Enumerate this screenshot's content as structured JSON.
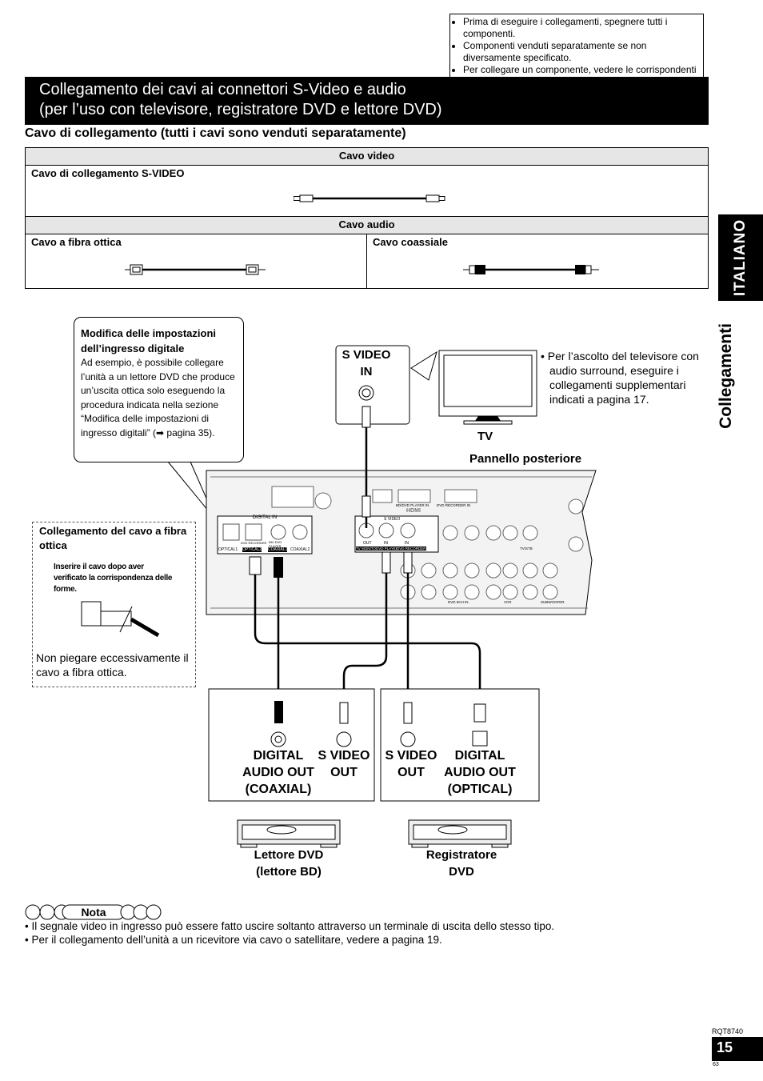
{
  "notes_top": [
    "Prima di eseguire i collegamenti, spegnere tutti i componenti.",
    "Componenti venduti separatamente se non diversamente specificato.",
    "Per collegare un componente, vedere le corrispondenti istruzioni per l’uso."
  ],
  "title_line1": "Collegamento dei cavi ai connettori S-Video e audio",
  "title_line2": "(per l’uso con televisore, registratore DVD e lettore DVD)",
  "subtitle": "Cavo di collegamento (tutti i cavi sono venduti separatamente)",
  "cable_table": {
    "video_header": "Cavo video",
    "svideo_cable": "Cavo di collegamento S-VIDEO",
    "audio_header": "Cavo audio",
    "optical_cable": "Cavo a fibra ottica",
    "coaxial_cable": "Cavo coassiale"
  },
  "side_tab": {
    "language": "ITALIANO",
    "section": "Collegamenti"
  },
  "callout": {
    "title": "Modifica delle impostazioni dell’ingresso digitale",
    "body": "Ad esempio, è possibile collegare l’unità a un lettore DVD che produce un’uscita ottica solo eseguendo la procedura indicata nella sezione “Modifica delle impostazioni di ingresso digitali” (➡ pagina 35)."
  },
  "tv": {
    "svideo_in_line1": "S VIDEO",
    "svideo_in_line2": "IN",
    "label": "TV",
    "note": "Per l’ascolto del televisore con audio surround, eseguire i collegamenti supplementari indicati a pagina 17."
  },
  "rear_panel_label": "Pannello posteriore",
  "panel_small": {
    "digital_in": "DIGITAL IN",
    "optical1": "OPTICAL1",
    "optical2": "OPTICAL2",
    "coaxial1": "COAXIAL1",
    "coaxial2": "COAXIAL2",
    "dvd_recorder": "DVD RECORDER",
    "bd_dvd_player": "BD/ DVD PLAYER",
    "s_video": "S VIDEO",
    "out": "OUT",
    "in1": "IN",
    "in2": "IN",
    "tv_monitor": "TV MONITOR",
    "dvd_player": "DVD PLAYER",
    "dvd_recorder2": "DVD RECORDER",
    "hdmi_bd": "BD/DVD PLAYER IN",
    "hdmi_rec": "DVD RECORDER IN",
    "hdmi": "HDMI",
    "tvstb": "TV/STB",
    "vcr": "VCR",
    "subwoofer": "SUBWOOFER",
    "dvd_6ch": "DVD 6CH IN"
  },
  "fiber": {
    "title": "Collegamento del cavo a fibra ottica",
    "instruction": "Inserire il cavo dopo aver verificato la corrispondenza delle forme.",
    "warning": "Non piegare eccessivamente il cavo a fibra ottica."
  },
  "dvd_player_box": {
    "digital_label": "DIGITAL AUDIO OUT (COAXIAL)",
    "svideo_label": "S VIDEO OUT",
    "device_label_line1": "Lettore DVD",
    "device_label_line2": "(lettore BD)"
  },
  "dvd_recorder_box": {
    "svideo_label": "S VIDEO OUT",
    "digital_label": "DIGITAL AUDIO OUT (OPTICAL)",
    "device_label_line1": "Registratore",
    "device_label_line2": "DVD"
  },
  "nota": {
    "label": "Nota",
    "items": [
      "Il segnale video in ingresso può essere fatto uscire soltanto attraverso un terminale di uscita dello stesso tipo.",
      "Per il collegamento dell’unità a un ricevitore via cavo o satellitare, vedere a pagina 19."
    ]
  },
  "footer": {
    "model": "RQT8740",
    "page": "15",
    "small": "63"
  }
}
